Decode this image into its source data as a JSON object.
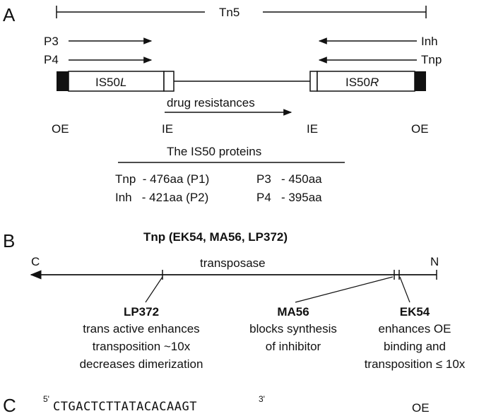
{
  "panelA": {
    "letter": "A",
    "tn5": "Tn5",
    "p3": "P3",
    "p4": "P4",
    "inh": "Inh",
    "tnp": "Tnp",
    "is50l_main": "IS50",
    "is50l_suffix": "L",
    "is50r_main": "IS50",
    "is50r_suffix": "R",
    "drug": "drug resistances",
    "oe_left": "OE",
    "ie_left": "IE",
    "ie_right": "IE",
    "oe_right": "OE",
    "proteins_title": "The IS50 proteins",
    "tnp_row": "Tnp  - 476aa (P1)",
    "inh_row": "Inh   - 421aa (P2)",
    "p3_row": "P3   - 450aa",
    "p4_row": "P4   - 395aa"
  },
  "panelB": {
    "letter": "B",
    "title": "Tnp (EK54, MA56, LP372)",
    "c": "C",
    "n": "N",
    "transposase": "transposase",
    "lp372": {
      "name": "LP372",
      "l1": "trans active enhances",
      "l2": "transposition ~10x",
      "l3": "decreases dimerization"
    },
    "ma56": {
      "name": "MA56",
      "l1": "blocks synthesis",
      "l2": "of inhibitor"
    },
    "ek54": {
      "name": "EK54",
      "l1": "enhances OE",
      "l2": "binding and",
      "l3": "transposition ≤ 10x"
    }
  },
  "panelC": {
    "letter": "C",
    "five": "5'",
    "seq": "CTGACTCTTATACACAAGT",
    "three": "3'",
    "oe": "OE"
  }
}
